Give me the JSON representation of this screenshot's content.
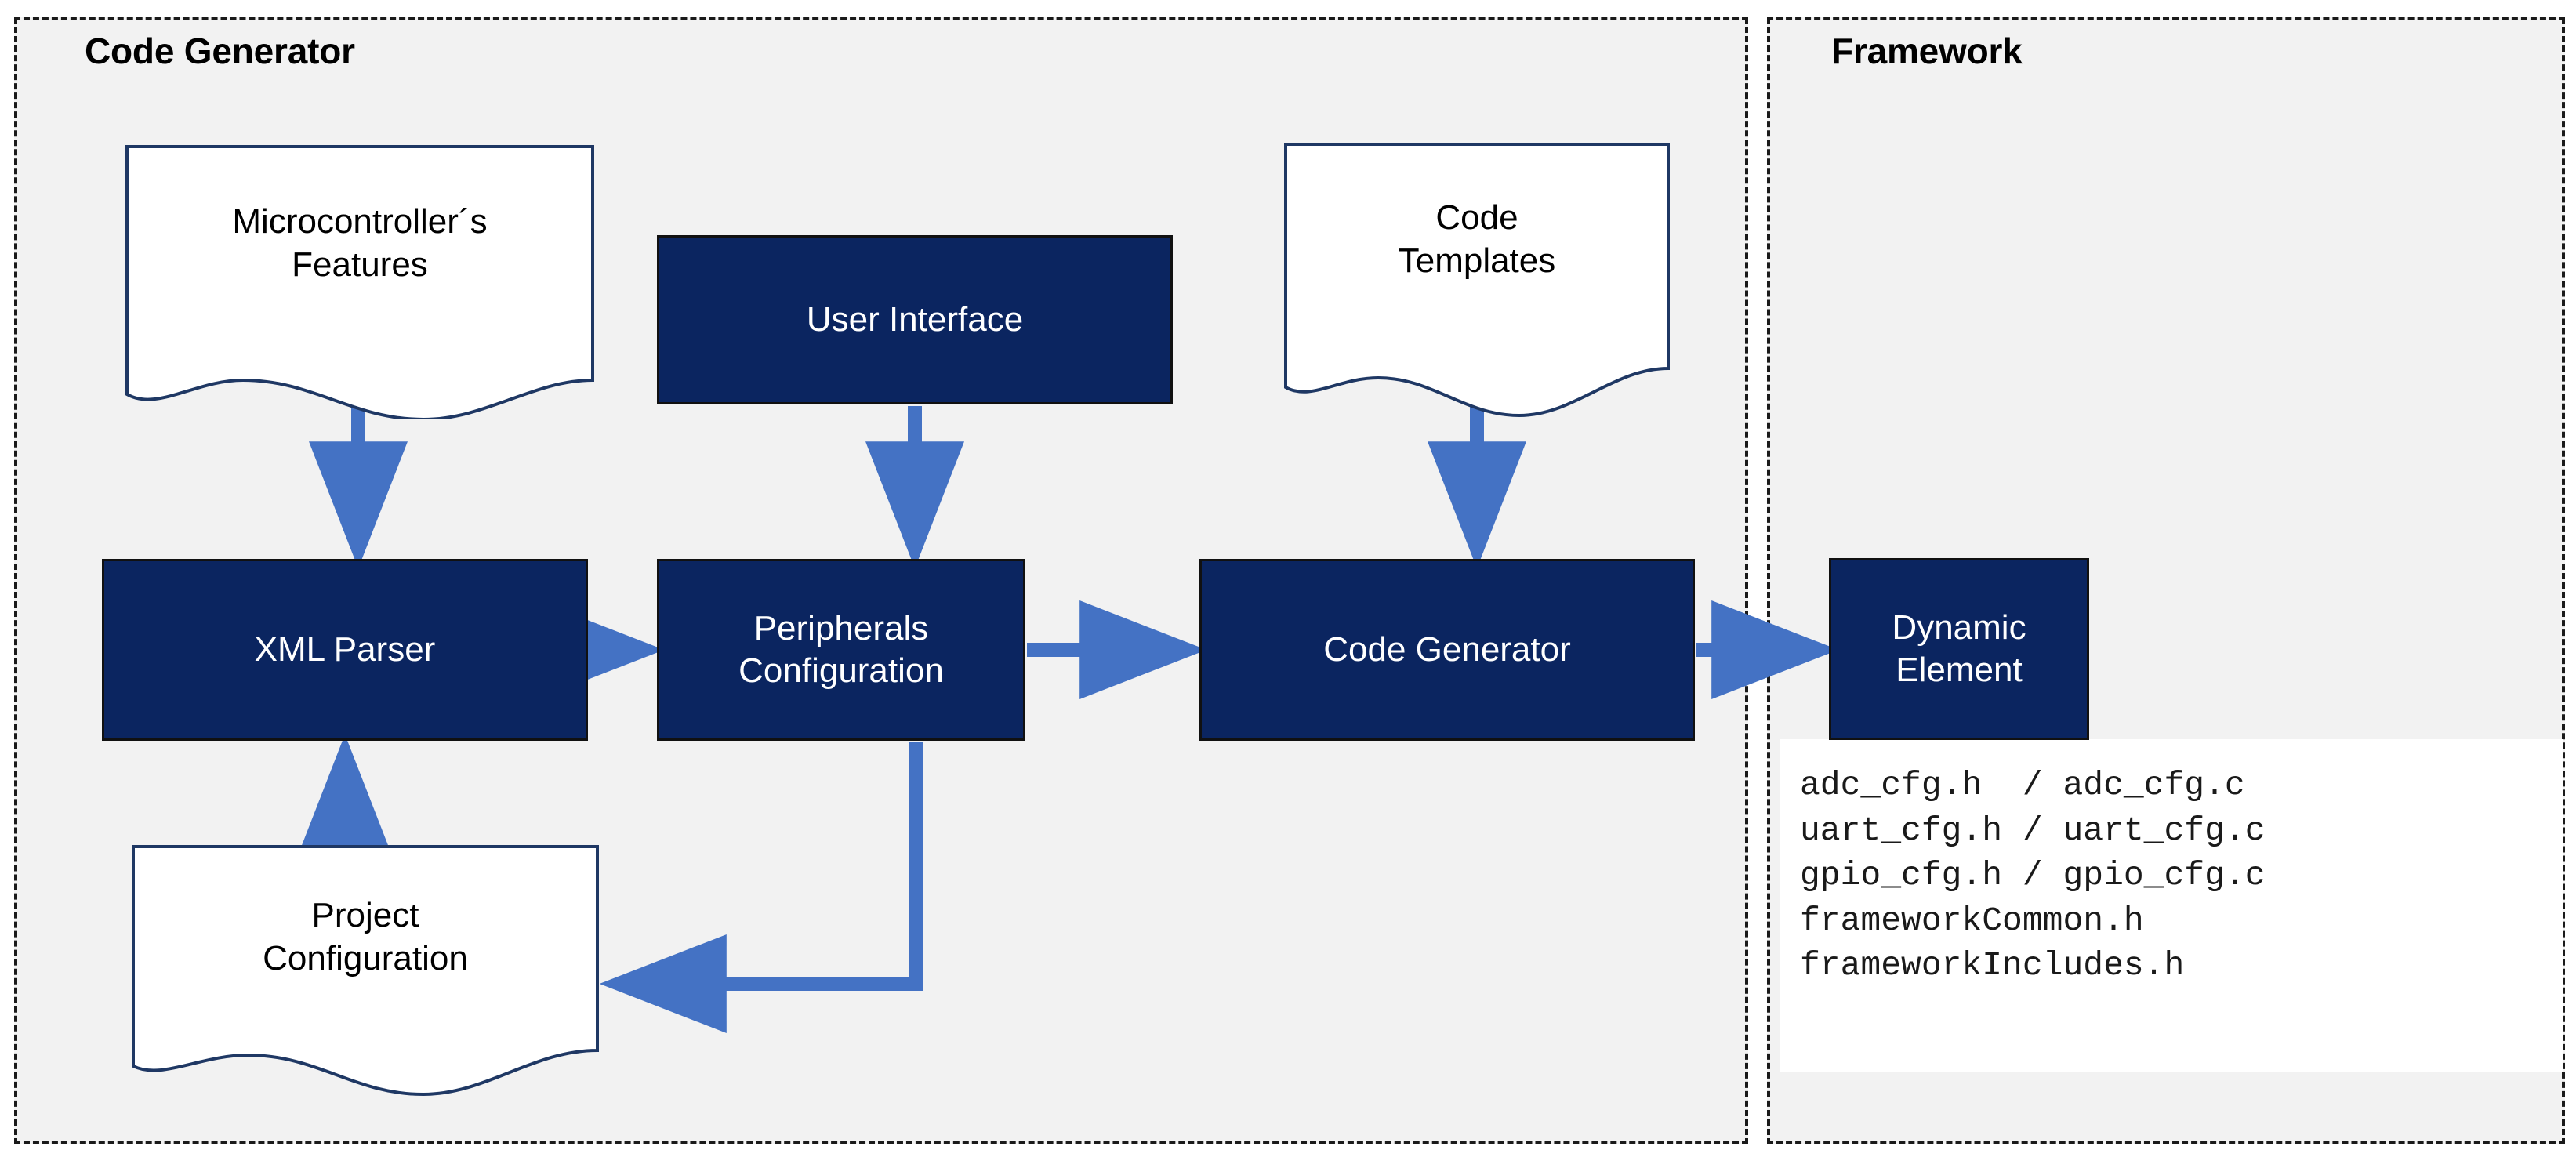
{
  "diagram": {
    "title": "Code Generator / Framework architecture",
    "colors": {
      "panel_background": "#F2F2F2",
      "panel_border": "#1A1A1A",
      "process_fill": "#0B2560",
      "process_border": "#111111",
      "process_text": "#FFFFFF",
      "document_border": "#1F3864",
      "document_fill": "#FFFFFF",
      "arrow": "#4472C4",
      "files_panel_background": "#FFFFFF",
      "files_text": "#1A1A1A"
    },
    "panels": [
      {
        "id": "code-generator",
        "title": "Code Generator"
      },
      {
        "id": "framework",
        "title": "Framework"
      }
    ],
    "process_boxes": [
      {
        "id": "xml-parser",
        "label": "XML Parser"
      },
      {
        "id": "user-interface",
        "label": "User Interface"
      },
      {
        "id": "peripherals",
        "label": "Peripherals\nConfiguration"
      },
      {
        "id": "code-generator",
        "label": "Code Generator"
      },
      {
        "id": "dynamic-element",
        "label": "Dynamic\nElement"
      }
    ],
    "document_shapes": [
      {
        "id": "mcu-features",
        "label": "Microcontroller´s\nFeatures"
      },
      {
        "id": "code-templates",
        "label": "Code\nTemplates"
      },
      {
        "id": "project-config",
        "label": "Project\nConfiguration"
      }
    ],
    "generated_files": [
      "adc_cfg.h  / adc_cfg.c",
      "uart_cfg.h / uart_cfg.c",
      "gpio_cfg.h / gpio_cfg.c",
      "frameworkCommon.h",
      "frameworkIncludes.h"
    ],
    "connections": [
      {
        "from": "mcu-features",
        "to": "xml-parser",
        "direction": "down"
      },
      {
        "from": "project-config",
        "to": "xml-parser",
        "direction": "up"
      },
      {
        "from": "xml-parser",
        "to": "peripherals",
        "direction": "right"
      },
      {
        "from": "user-interface",
        "to": "peripherals",
        "direction": "down"
      },
      {
        "from": "peripherals",
        "to": "code-generator",
        "direction": "right"
      },
      {
        "from": "peripherals",
        "to": "project-config",
        "direction": "elbow-down-left"
      },
      {
        "from": "code-templates",
        "to": "code-generator",
        "direction": "down"
      },
      {
        "from": "code-generator",
        "to": "dynamic-element",
        "direction": "right"
      }
    ]
  }
}
